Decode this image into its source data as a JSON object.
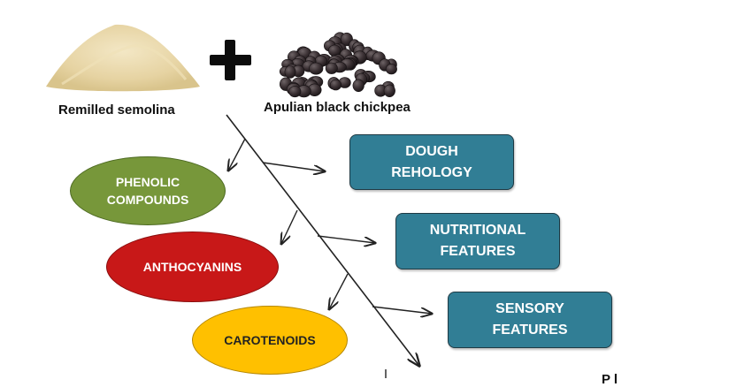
{
  "ingredients": {
    "semolina_label": "Remilled semolina",
    "chickpea_label": "Apulian  black chickpea",
    "plus_icon": "plus-icon"
  },
  "compounds": [
    {
      "lines": [
        "PHENOLIC",
        "COMPOUNDS"
      ],
      "fill": "#77973a",
      "text_color": "#ffffff"
    },
    {
      "lines": [
        "ANTHOCYANINS"
      ],
      "fill": "#c81818",
      "text_color": "#ffffff"
    },
    {
      "lines": [
        "CAROTENOIDS"
      ],
      "fill": "#ffc000",
      "text_color": "#222222"
    }
  ],
  "features": [
    {
      "lines": [
        "DOUGH",
        "REHOLOGY"
      ]
    },
    {
      "lines": [
        "NUTRITIONAL",
        "FEATURES"
      ]
    },
    {
      "lines": [
        "SENSORY",
        "FEATURES"
      ]
    }
  ],
  "footer_partial_text": "P l",
  "colors": {
    "feature_box": "#317e95",
    "arrow": "#222222"
  }
}
